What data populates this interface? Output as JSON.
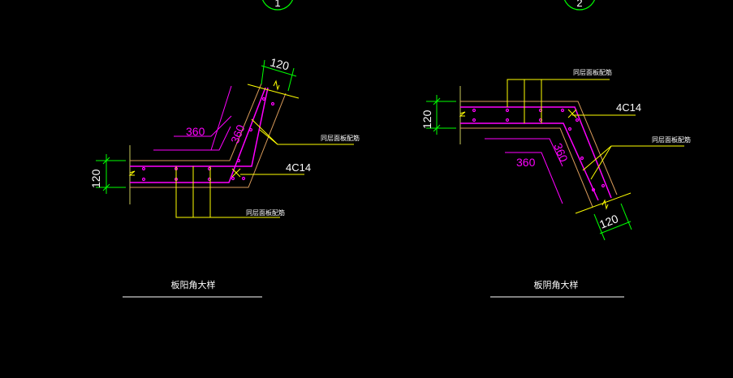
{
  "drawing_1": {
    "detail_number": "1",
    "title": "板阳角大样",
    "dim_horizontal_slab": "120",
    "dim_inclined_slab": "120",
    "bar_length_1": "360",
    "bar_length_2": "360",
    "corner_bars": "4C14",
    "note_upper": "同层面板配筋",
    "note_lower": "同层面板配筋"
  },
  "drawing_2": {
    "detail_number": "2",
    "title": "板阴角大样",
    "dim_horizontal_slab": "120",
    "dim_inclined_slab": "120",
    "bar_length_1": "360",
    "bar_length_2": "360",
    "corner_bars": "4C14",
    "note_upper": "同层面板配筋",
    "note_lower": "同层面板配筋"
  },
  "colors": {
    "orange": "#d99b5a",
    "magenta": "#ff00ff",
    "yellow": "#ffff00",
    "green": "#00ff00",
    "white": "#ffffff",
    "grey": "#808080"
  }
}
